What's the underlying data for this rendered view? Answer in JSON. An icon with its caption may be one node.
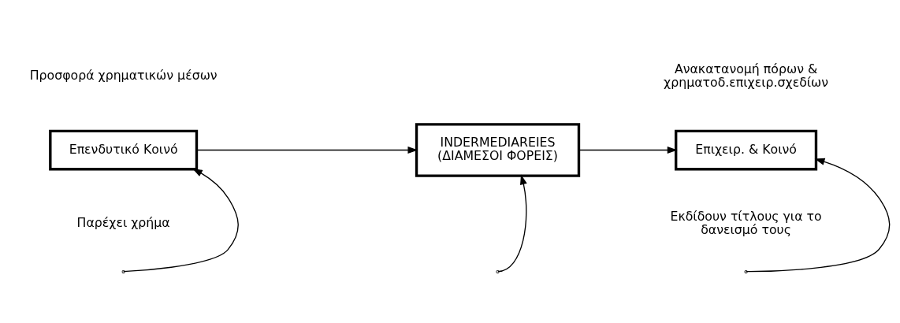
{
  "diagram": {
    "nodes": [
      {
        "text": [
          "Επενδυτικό Κοινό"
        ],
        "beside": [
          "Προσφορά χρηματικών μέσων",
          "Παρέχει χρήμα"
        ]
      },
      {
        "text": [
          "INDERMEDIAREIES (ΔΙΑΜΕΣΟΙ ΦΟΡΕΙΣ)"
        ]
      },
      {
        "text": [
          "Επιχειρ. & Κοινό"
        ],
        "beside": [
          "Ανακατανομή πόρων & χρηματοδ.επιχειρ.σχεδίων",
          "Εκδίδουν τίτλους για το δανεισμό τους"
        ]
      }
    ],
    "edges": [
      {
        "from": 0,
        "to": 1,
        "arrow": "to"
      },
      {
        "from": 1,
        "to": 2,
        "arrow": "to"
      },
      {
        "from": null,
        "to": 0,
        "arrow": "to"
      },
      {
        "from": null,
        "to": 1,
        "arrow": "to"
      },
      {
        "from": null,
        "to": 2,
        "arrow": "to"
      }
    ]
  }
}
